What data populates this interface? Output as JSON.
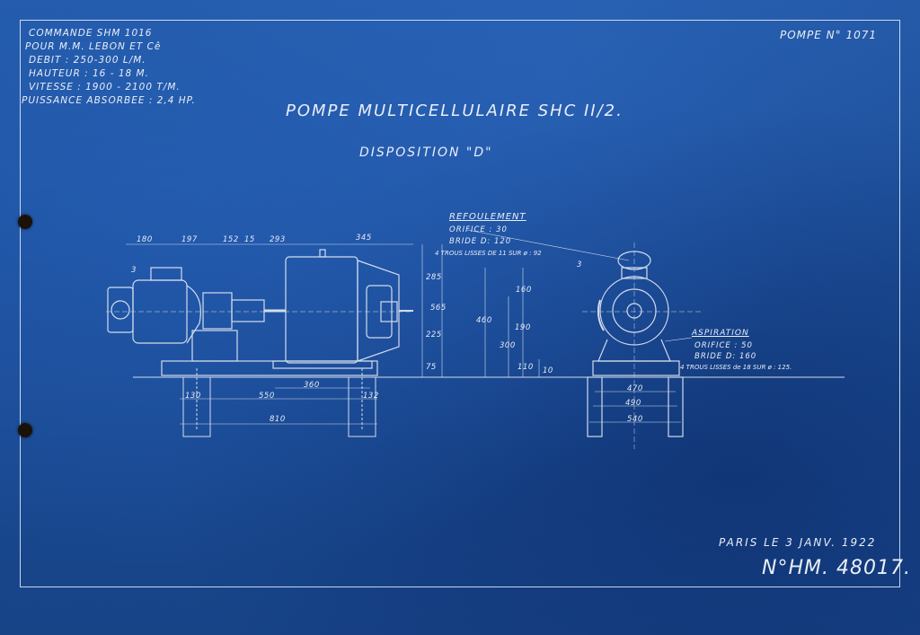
{
  "sheet": {
    "order_lines": [
      "COMMANDE SHM 1016",
      "POUR M.M. LEBON ET Cê",
      "DEBIT : 250-300 L/M.",
      "HAUTEUR : 16 - 18 M.",
      "VITESSE : 1900 - 2100 T/M.",
      "PUISSANCE ABSORBEE : 2,4 HP."
    ],
    "pump_number": "POMPE N° 1071",
    "title": "POMPE MULTICELLULAIRE SHC II/2.",
    "subtitle": "DISPOSITION \"D\"",
    "date_place": "PARIS LE 3 JANV. 1922",
    "drawing_number": "N°HM. 48017."
  },
  "refoulement": {
    "heading": "REFOULEMENT",
    "orifice": "ORIFICE : 30",
    "bride": "BRIDE D: 120",
    "trous": "4 TROUS LISSES DE 11 SUR ø : 92"
  },
  "aspiration": {
    "heading": "ASPIRATION",
    "orifice": "ORIFICE : 50",
    "bride": "BRIDE D: 160",
    "trous": "4 TROUS LISSES de 18 SUR ø : 125."
  },
  "dimensions": {
    "top_180": "180",
    "top_197": "197",
    "top_152": "152",
    "top_15": "15",
    "top_293": "293",
    "top_345": "345",
    "left_3": "3",
    "right_285": "285",
    "right_565": "565",
    "right_225": "225",
    "right_75": "75",
    "base_130": "130",
    "base_550": "550",
    "base_360": "360",
    "base_132": "132",
    "base_810": "810",
    "mid_460": "460",
    "mid_160": "160",
    "mid_300": "300",
    "mid_190": "190",
    "mid_110": "110",
    "mid_10": "10",
    "side_3": "3",
    "side_470": "470",
    "side_490": "490",
    "side_540": "540"
  }
}
